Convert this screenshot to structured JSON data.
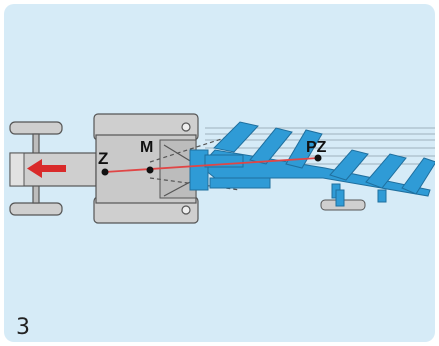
{
  "figure": {
    "number": "3"
  },
  "points": {
    "z": "Z",
    "m": "M",
    "pz": "PZ"
  },
  "colors": {
    "background": "#d6ebf7",
    "tractor_body": "#cfcfcf",
    "tractor_outline": "#555555",
    "plough": "#2f9bd6",
    "plough_dark": "#1f6f9e",
    "direction_arrow": "#d92a2a",
    "line_of_draught": "#e04646"
  },
  "icons": {
    "direction": "arrow-left-icon"
  }
}
